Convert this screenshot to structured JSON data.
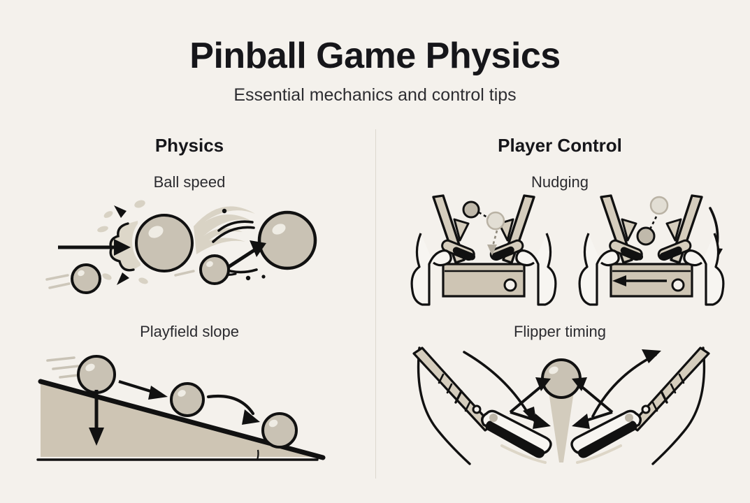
{
  "page": {
    "background_color": "#f4f1ec",
    "title": "Pinball Game Physics",
    "subtitle": "Essential mechanics and control tips"
  },
  "palette": {
    "ink": "#16161a",
    "outline": "#111111",
    "ball_fill": "#c9c2b4",
    "ball_highlight": "#ece8e0",
    "ball_shadow": "#a9a295",
    "surface_fill": "#cec5b4",
    "surface_light": "#ded7c8",
    "rail_fill": "#d5cdbd",
    "divider": "#dcd8cf",
    "dust": "#d8d2c4"
  },
  "columns": [
    {
      "id": "physics",
      "heading": "Physics",
      "sections": [
        {
          "id": "ball-speed",
          "label": "Ball speed",
          "illustration": "collision-and-trail-balls"
        },
        {
          "id": "playfield-slope",
          "label": "Playfield slope",
          "illustration": "inclined-plane-with-rolling-balls"
        }
      ]
    },
    {
      "id": "player-control",
      "heading": "Player Control",
      "sections": [
        {
          "id": "nudging",
          "label": "Nudging",
          "illustration": "two-hands-on-cabinet-nudge"
        },
        {
          "id": "flipper-timing",
          "label": "Flipper timing",
          "illustration": "two-flippers-with-ball-and-arrows"
        }
      ]
    }
  ],
  "illustration_labels": {
    "ball_speed_alt": "Small ball striking a large ball with impact burst, and a fast ball with motion trail",
    "slope_alt": "Inclined playfield wedge with three balls rolling down and a gravity arrow",
    "nudging_alt": "Pinball cabinet seen from above with two hands nudging the sides",
    "flipper_alt": "Left and right flippers with a ball above the drain and timing arrows"
  }
}
